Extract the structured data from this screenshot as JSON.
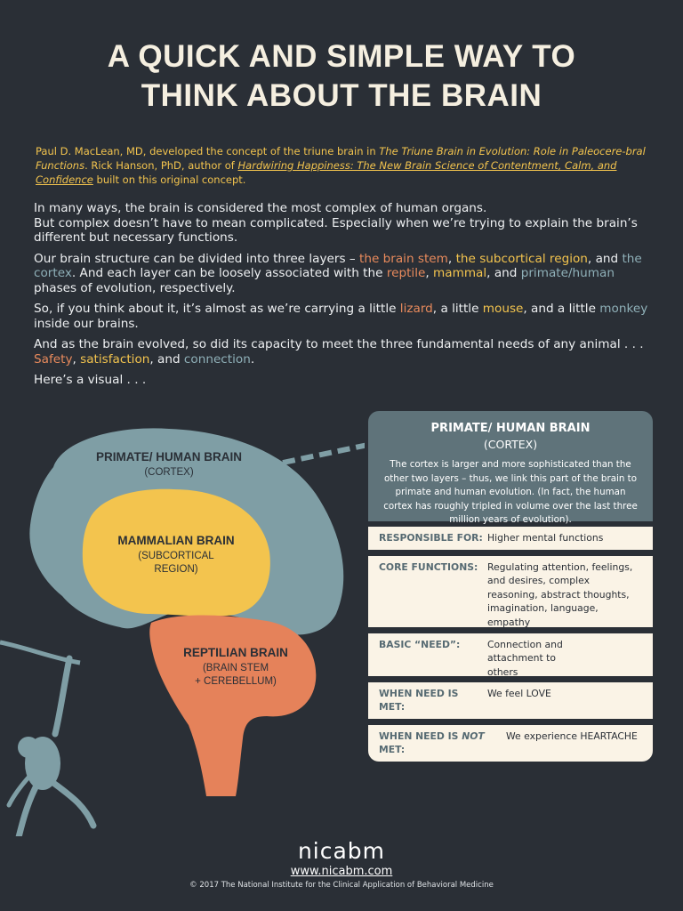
{
  "title": {
    "line1": "A QUICK AND SIMPLE WAY TO",
    "line2": "THINK ABOUT THE BRAIN"
  },
  "credit": {
    "t1": "Paul D. MacLean, MD, developed the concept of the triune brain in ",
    "book1": "The Triune Brain in Evolution: Role in Paleocere-bral Functions",
    "t2": ". Rick Hanson, PhD, author of ",
    "book2": "Hardwiring Happiness: The New Brain Science of Contentment, Calm, and Confidence",
    "t3": " built on this original concept."
  },
  "body": {
    "p1a": "In many ways, the brain is considered the most complex of human organs.",
    "p1b": "But complex doesn’t have to mean complicated. Especially when we’re trying to explain the brain’s different but necessary functions.",
    "p2": {
      "a": "Our brain structure can be divided into three layers – ",
      "stem": "the brain stem",
      "c1": ", ",
      "subcortical": "the subcortical region",
      "c2": ", and ",
      "cortex": "the cortex",
      "c3": ". And each layer can be loosely associated with the ",
      "reptile": "reptile",
      "c4": ", ",
      "mammal": "mammal",
      "c5": ", and ",
      "primate": "primate/human",
      "c6": " phases of evolution, respectively."
    },
    "p3": {
      "a": "So, if you think about it, it’s almost as we’re carrying a little ",
      "lizard": "lizard",
      "c1": ", a little ",
      "mouse": "mouse",
      "c2": ", and a little ",
      "monkey": "monkey",
      "c3": " inside our brains."
    },
    "p4": {
      "a": "And as the brain evolved, so did its capacity to meet the three fundamental needs of any animal . . .",
      "safety": "Safety",
      "c1": ", ",
      "satisfaction": "satisfaction",
      "c2": ", and ",
      "connection": "connection",
      "c3": "."
    },
    "p5": "Here’s a visual . . ."
  },
  "brain": {
    "cortex_name": "PRIMATE/ HUMAN BRAIN",
    "cortex_sub": "(CORTEX)",
    "mammal_name": "MAMMALIAN BRAIN",
    "mammal_sub1": "(SUBCORTICAL",
    "mammal_sub2": "REGION)",
    "reptile_name": "REPTILIAN BRAIN",
    "reptile_sub1": "(BRAIN STEM",
    "reptile_sub2": "+ CEREBELLUM)"
  },
  "panel": {
    "head_title": "PRIMATE/ HUMAN BRAIN",
    "head_sub": "(CORTEX)",
    "desc": "The cortex is larger and more sophisticated than the other two layers – thus, we link this part of the brain to primate and human evolution. (In fact, the human cortex has roughly tripled in volume over the last three million years of evolution).",
    "rows": [
      {
        "key": "RESPONSIBLE FOR:",
        "value": "Higher mental functions"
      },
      {
        "key": "CORE FUNCTIONS:",
        "value": "Regulating attention, feelings, and desires, complex reasoning, abstract thoughts, imagination, language, empathy"
      },
      {
        "key": "BASIC “NEED”:",
        "value": "Connection and attachment to others"
      },
      {
        "key": "WHEN NEED IS MET:",
        "value": "We feel LOVE"
      },
      {
        "key_a": "WHEN NEED IS ",
        "key_em": "NOT",
        "key_b": " MET:",
        "value": "We experience HEARTACHE"
      }
    ]
  },
  "footer": {
    "logo": "nicabm",
    "url": "www.nicabm.com",
    "copyright": "©  2017  The National Institute for the Clinical Application of Behavioral Medicine"
  },
  "colors": {
    "background": "#2a2f36",
    "cortex": "#7f9ea5",
    "mammal": "#f3c44e",
    "reptile": "#e5825a",
    "panel": "#5f737a",
    "row": "#faf3e6"
  },
  "icons": [
    "monkey-icon"
  ]
}
